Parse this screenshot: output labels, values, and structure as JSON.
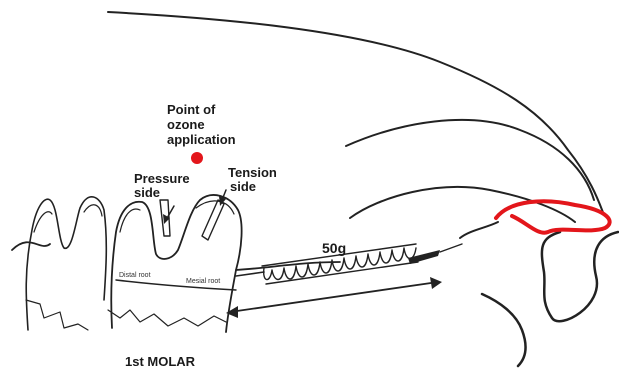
{
  "labels": {
    "point_title": "Point of",
    "point_line2": "ozone",
    "point_line3": "application",
    "pressure_1": "Pressure",
    "pressure_2": "side",
    "tension_1": "Tension",
    "tension_2": "side",
    "distal_root": "Distal root",
    "mesial_root": "Mesial root",
    "force": "50g",
    "molar": "1st MOLAR"
  },
  "colors": {
    "ozone_point": "#e3161b",
    "elastic_band": "#e3161b",
    "ink": "#222222"
  }
}
